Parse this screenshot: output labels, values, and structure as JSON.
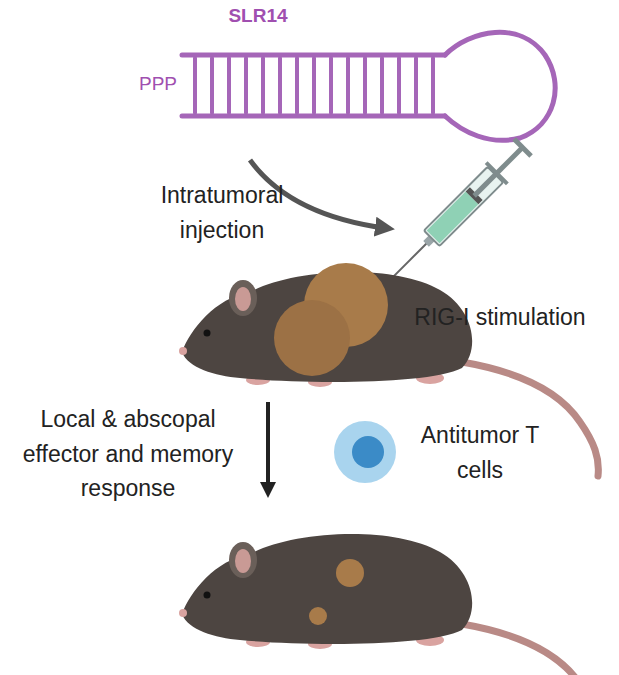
{
  "diagram": {
    "labels": [
      "SLR14",
      "PPP",
      "Intratumoral injection",
      "RIG-I stimulation",
      "Local & abscopal effector and memory response",
      "Antitumor T cells"
    ]
  }
}
